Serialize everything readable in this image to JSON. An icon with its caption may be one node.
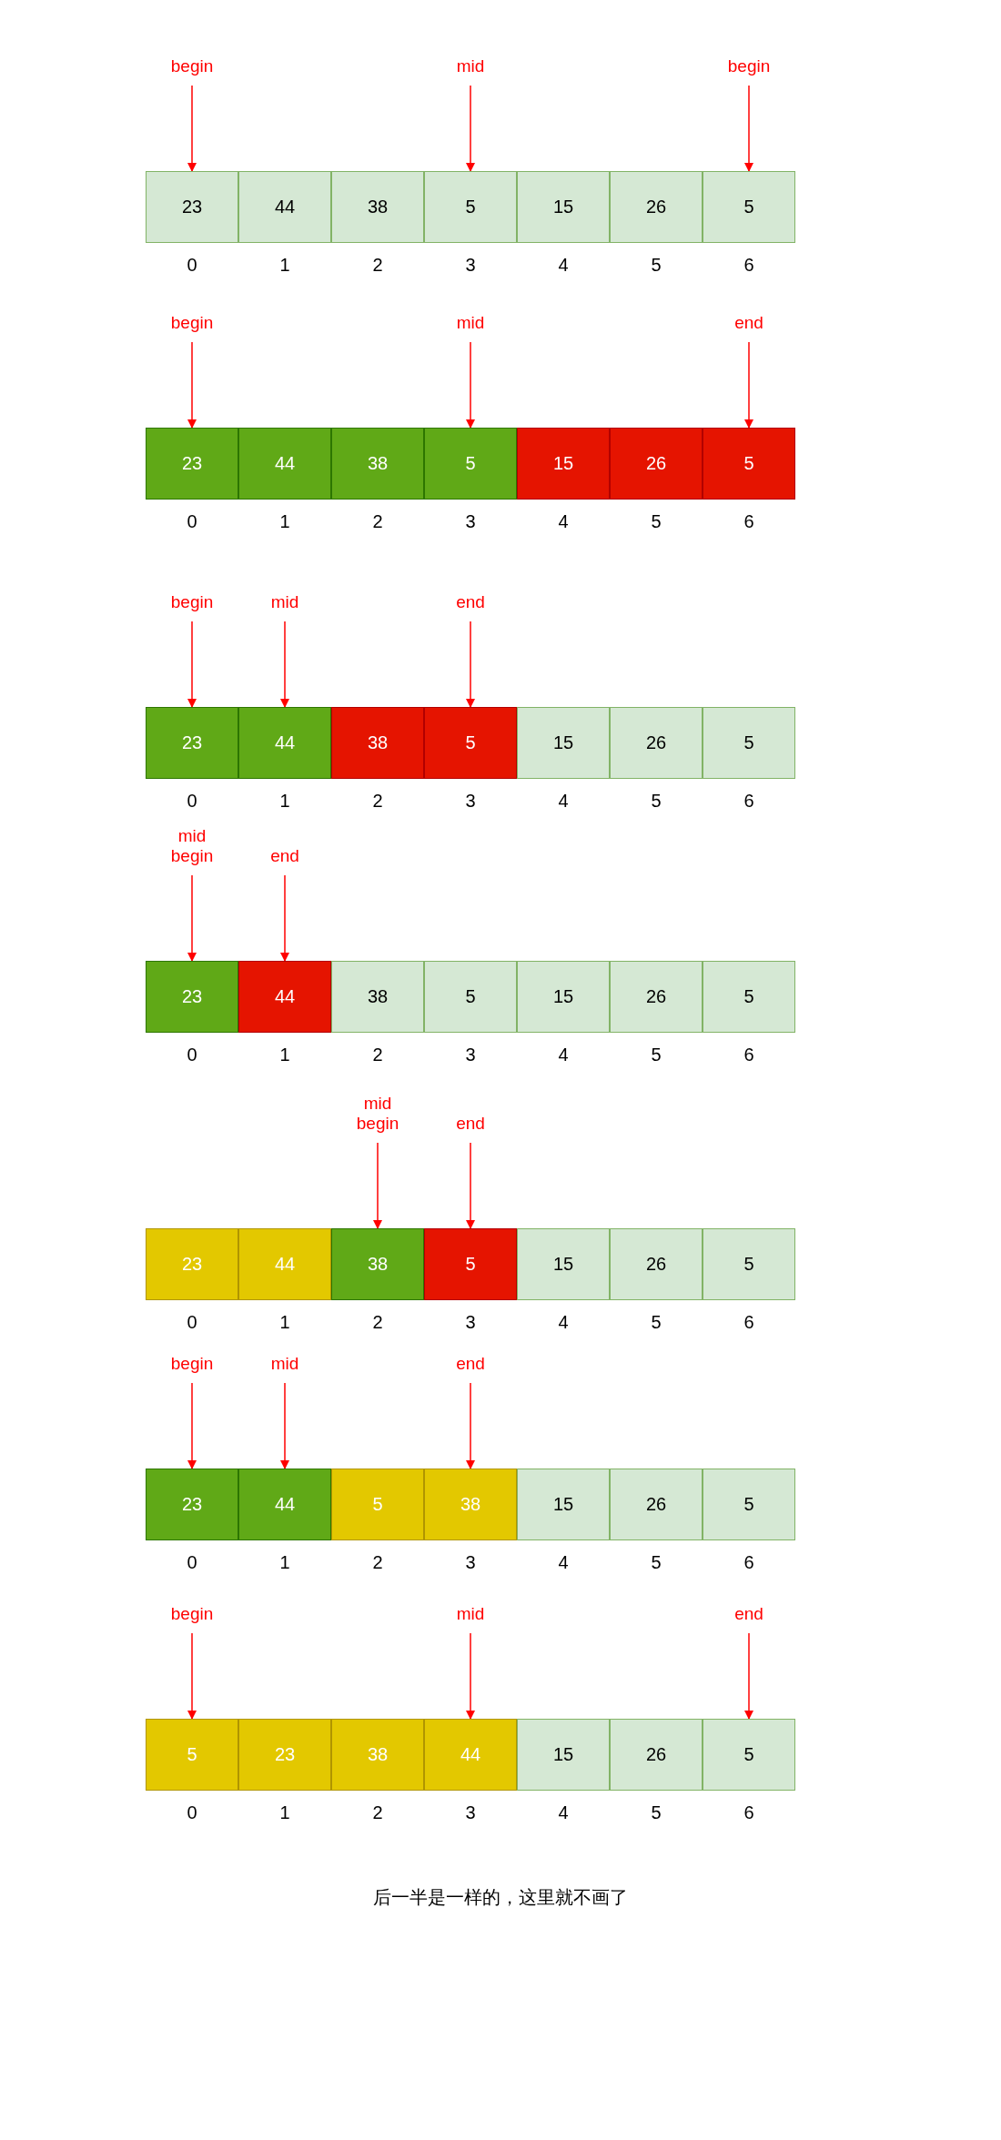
{
  "diagram": {
    "nodes": [
      {
        "text": [
          "begin"
        ]
      },
      {
        "text": [
          "mid"
        ]
      },
      {
        "text": [
          "begin"
        ]
      },
      {
        "text": [
          "23"
        ]
      },
      {
        "text": [
          "44"
        ]
      },
      {
        "text": [
          "38"
        ]
      },
      {
        "text": [
          "5"
        ]
      },
      {
        "text": [
          "15"
        ]
      },
      {
        "text": [
          "26"
        ]
      },
      {
        "text": [
          "5"
        ]
      },
      {
        "text": [
          "begin"
        ]
      },
      {
        "text": [
          "mid"
        ]
      },
      {
        "text": [
          "end"
        ]
      },
      {
        "text": [
          "23"
        ]
      },
      {
        "text": [
          "44"
        ]
      },
      {
        "text": [
          "38"
        ]
      },
      {
        "text": [
          "5"
        ]
      },
      {
        "text": [
          "15"
        ]
      },
      {
        "text": [
          "26"
        ]
      },
      {
        "text": [
          "5"
        ]
      },
      {
        "text": [
          "begin"
        ]
      },
      {
        "text": [
          "mid"
        ]
      },
      {
        "text": [
          "end"
        ]
      },
      {
        "text": [
          "23"
        ]
      },
      {
        "text": [
          "44"
        ]
      },
      {
        "text": [
          "38"
        ]
      },
      {
        "text": [
          "5"
        ]
      },
      {
        "text": [
          "15"
        ]
      },
      {
        "text": [
          "26"
        ]
      },
      {
        "text": [
          "5"
        ]
      },
      {
        "text": [
          "mid",
          "begin"
        ]
      },
      {
        "text": [
          "end"
        ]
      },
      {
        "text": [
          "23"
        ]
      },
      {
        "text": [
          "44"
        ]
      },
      {
        "text": [
          "38"
        ]
      },
      {
        "text": [
          "5"
        ]
      },
      {
        "text": [
          "15"
        ]
      },
      {
        "text": [
          "26"
        ]
      },
      {
        "text": [
          "5"
        ]
      },
      {
        "text": [
          "mid",
          "begin"
        ]
      },
      {
        "text": [
          "end"
        ]
      },
      {
        "text": [
          "23"
        ]
      },
      {
        "text": [
          "44"
        ]
      },
      {
        "text": [
          "38"
        ]
      },
      {
        "text": [
          "5"
        ]
      },
      {
        "text": [
          "15"
        ]
      },
      {
        "text": [
          "26"
        ]
      },
      {
        "text": [
          "5"
        ]
      },
      {
        "text": [
          "begin"
        ]
      },
      {
        "text": [
          "mid"
        ]
      },
      {
        "text": [
          "end"
        ]
      },
      {
        "text": [
          "23"
        ]
      },
      {
        "text": [
          "44"
        ]
      },
      {
        "text": [
          "5"
        ]
      },
      {
        "text": [
          "38"
        ]
      },
      {
        "text": [
          "15"
        ]
      },
      {
        "text": [
          "26"
        ]
      },
      {
        "text": [
          "5"
        ]
      },
      {
        "text": [
          "begin"
        ]
      },
      {
        "text": [
          "mid"
        ]
      },
      {
        "text": [
          "end"
        ]
      },
      {
        "text": [
          "5"
        ]
      },
      {
        "text": [
          "23"
        ]
      },
      {
        "text": [
          "38"
        ]
      },
      {
        "text": [
          "44"
        ]
      },
      {
        "text": [
          "15"
        ]
      },
      {
        "text": [
          "26"
        ]
      },
      {
        "text": [
          "5"
        ]
      }
    ],
    "edges": [
      {
        "from": 0,
        "to": 3,
        "arrow": "to"
      },
      {
        "from": 1,
        "to": 6,
        "arrow": "to"
      },
      {
        "from": 2,
        "to": 9,
        "arrow": "to"
      },
      {
        "from": 10,
        "to": 13,
        "arrow": "to"
      },
      {
        "from": 11,
        "to": 16,
        "arrow": "to"
      },
      {
        "from": 12,
        "to": 19,
        "arrow": "to"
      },
      {
        "from": 20,
        "to": 23,
        "arrow": "to"
      },
      {
        "from": 21,
        "to": 24,
        "arrow": "to"
      },
      {
        "from": 22,
        "to": 26,
        "arrow": "to"
      },
      {
        "from": 30,
        "to": 32,
        "arrow": "to"
      },
      {
        "from": 31,
        "to": 33,
        "arrow": "to"
      },
      {
        "from": 39,
        "to": 43,
        "arrow": "to"
      },
      {
        "from": 40,
        "to": 44,
        "arrow": "to"
      },
      {
        "from": 48,
        "to": 51,
        "arrow": "to"
      },
      {
        "from": 49,
        "to": 52,
        "arrow": "to"
      },
      {
        "from": 50,
        "to": 54,
        "arrow": "to"
      },
      {
        "from": 58,
        "to": 61,
        "arrow": "to"
      },
      {
        "from": 59,
        "to": 64,
        "arrow": "to"
      },
      {
        "from": 60,
        "to": 67,
        "arrow": "to"
      }
    ],
    "labels": [
      "0",
      "1",
      "2",
      "3",
      "4",
      "5",
      "6",
      "0",
      "1",
      "2",
      "3",
      "4",
      "5",
      "6",
      "0",
      "1",
      "2",
      "3",
      "4",
      "5",
      "6",
      "0",
      "1",
      "2",
      "3",
      "4",
      "5",
      "6",
      "0",
      "1",
      "2",
      "3",
      "4",
      "5",
      "6",
      "0",
      "1",
      "2",
      "3",
      "4",
      "5",
      "6",
      "0",
      "1",
      "2",
      "3",
      "4",
      "5",
      "6"
    ],
    "caption": "后一半是一样的，这里就不画了"
  }
}
